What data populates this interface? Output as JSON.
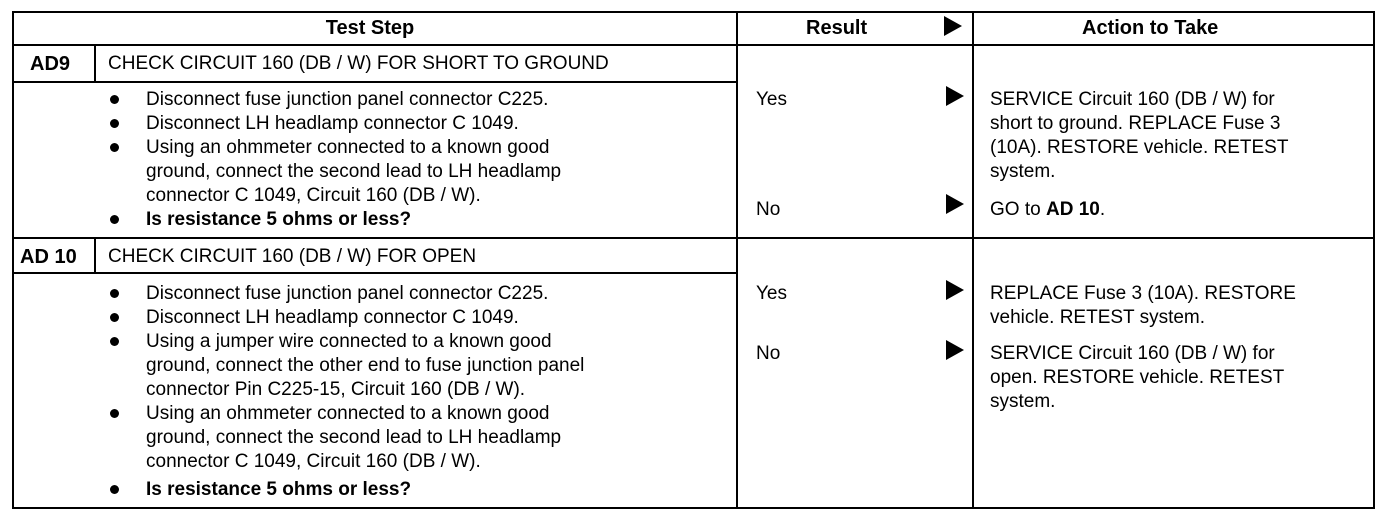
{
  "header": {
    "test_step": "Test Step",
    "result": "Result",
    "action": "Action to Take"
  },
  "steps": [
    {
      "id": "AD9",
      "title": "CHECK CIRCUIT 160 (DB / W) FOR SHORT TO GROUND",
      "bullets": [
        [
          "Disconnect fuse junction panel connector C225."
        ],
        [
          "Disconnect LH headlamp connector C 1049."
        ],
        [
          "Using an ohmmeter connected to a known good",
          "ground, connect the second lead to LH headlamp",
          "connector C 1049, Circuit 160 (DB / W)."
        ],
        [
          "Is resistance 5 ohms or less?"
        ]
      ],
      "results": [
        {
          "label": "Yes",
          "action": [
            "SERVICE Circuit 160 (DB / W) for",
            "short to ground. REPLACE Fuse 3",
            "(10A). RESTORE vehicle. RETEST",
            "system."
          ]
        },
        {
          "label": "No",
          "action_prefix": "GO to ",
          "action_bold": "AD 10",
          "action_suffix": "."
        }
      ]
    },
    {
      "id": "AD 10",
      "title": "CHECK CIRCUIT 160 (DB / W) FOR OPEN",
      "bullets": [
        [
          "Disconnect fuse junction panel connector C225."
        ],
        [
          "Disconnect LH headlamp connector C 1049."
        ],
        [
          "Using a jumper wire connected to a known good",
          "ground, connect the other end to fuse junction panel",
          "connector Pin C225-15, Circuit 160 (DB / W)."
        ],
        [
          "Using an ohmmeter connected to a known good",
          "ground, connect the second lead to LH headlamp",
          "connector C 1049, Circuit 160 (DB / W)."
        ],
        [
          "Is resistance 5 ohms or less?"
        ]
      ],
      "results": [
        {
          "label": "Yes",
          "action": [
            "REPLACE Fuse 3 (10A). RESTORE",
            "vehicle. RETEST system."
          ]
        },
        {
          "label": "No",
          "action": [
            "SERVICE Circuit 160 (DB / W) for",
            "open. RESTORE vehicle. RETEST",
            "system."
          ]
        }
      ]
    }
  ]
}
